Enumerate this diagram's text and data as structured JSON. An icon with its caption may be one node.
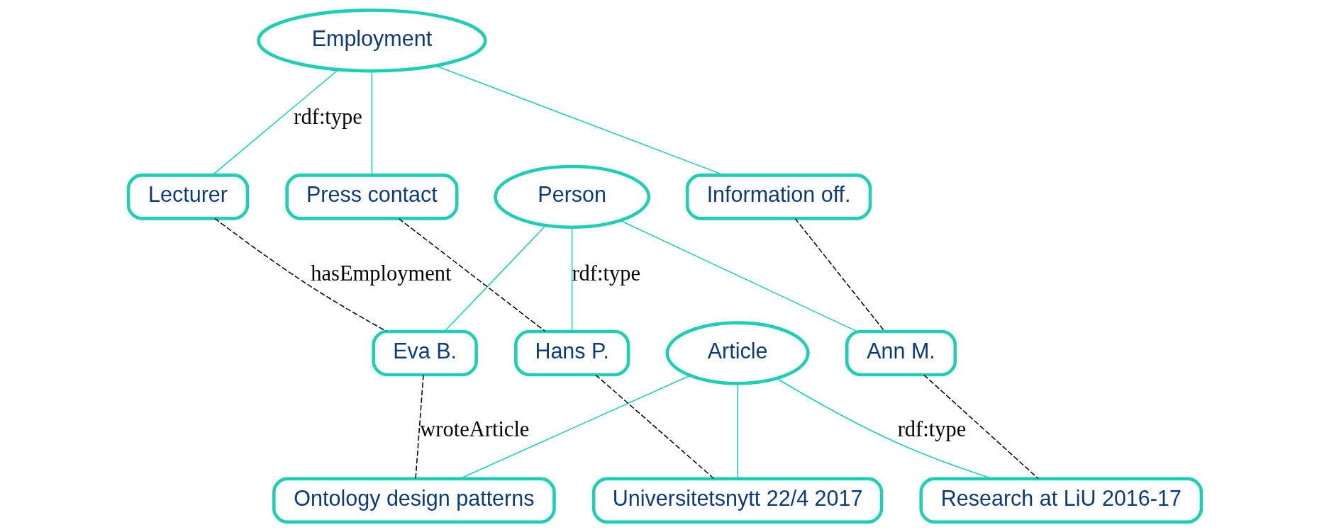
{
  "diagram": {
    "nodes": [
      {
        "text": [
          "Employment"
        ]
      },
      {
        "text": [
          "Person"
        ]
      },
      {
        "text": [
          "Article"
        ]
      },
      {
        "text": [
          "Hans P."
        ]
      },
      {
        "text": [
          "Ann M."
        ]
      },
      {
        "text": [
          "Research at LiU 2016-17"
        ]
      },
      {
        "text": [
          "Lecturer"
        ]
      },
      {
        "text": [
          "Information off."
        ]
      },
      {
        "text": [
          "Universitetsnytt 22/4 2017"
        ]
      },
      {
        "text": [
          "Eva B."
        ]
      },
      {
        "text": [
          "Press contact"
        ]
      },
      {
        "text": [
          "Ontology design patterns"
        ]
      }
    ],
    "edges": [
      {
        "from": 0,
        "to": 6,
        "arrow": "none",
        "label": "rdf:type"
      },
      {
        "from": 0,
        "to": 10,
        "arrow": "none"
      },
      {
        "from": 0,
        "to": 7,
        "arrow": "none"
      },
      {
        "from": 1,
        "to": 3,
        "arrow": "none",
        "label": "rdf:type"
      },
      {
        "from": 1,
        "to": 9,
        "arrow": "none"
      },
      {
        "from": 1,
        "to": 4,
        "arrow": "none"
      },
      {
        "from": 2,
        "to": 5,
        "arrow": "none",
        "label": "rdf:type"
      },
      {
        "from": 2,
        "to": 11,
        "arrow": "none"
      },
      {
        "from": 2,
        "to": 8,
        "arrow": "none"
      },
      {
        "from": 6,
        "to": 9,
        "arrow": "none",
        "label": "hasEmployment",
        "style": "dashed",
        "color": "#000000"
      },
      {
        "from": 10,
        "to": 3,
        "arrow": "none",
        "style": "dashed",
        "color": "#000000"
      },
      {
        "from": 7,
        "to": 4,
        "arrow": "none",
        "style": "dashed",
        "color": "#000000"
      },
      {
        "from": 3,
        "to": 8,
        "arrow": "none",
        "style": "dashed",
        "color": "#000000"
      },
      {
        "from": 4,
        "to": 5,
        "arrow": "none",
        "style": "dashed",
        "color": "#000000"
      },
      {
        "from": 9,
        "to": 11,
        "arrow": "none",
        "label": "wroteArticle",
        "style": "dashed",
        "color": "#000000"
      }
    ]
  }
}
